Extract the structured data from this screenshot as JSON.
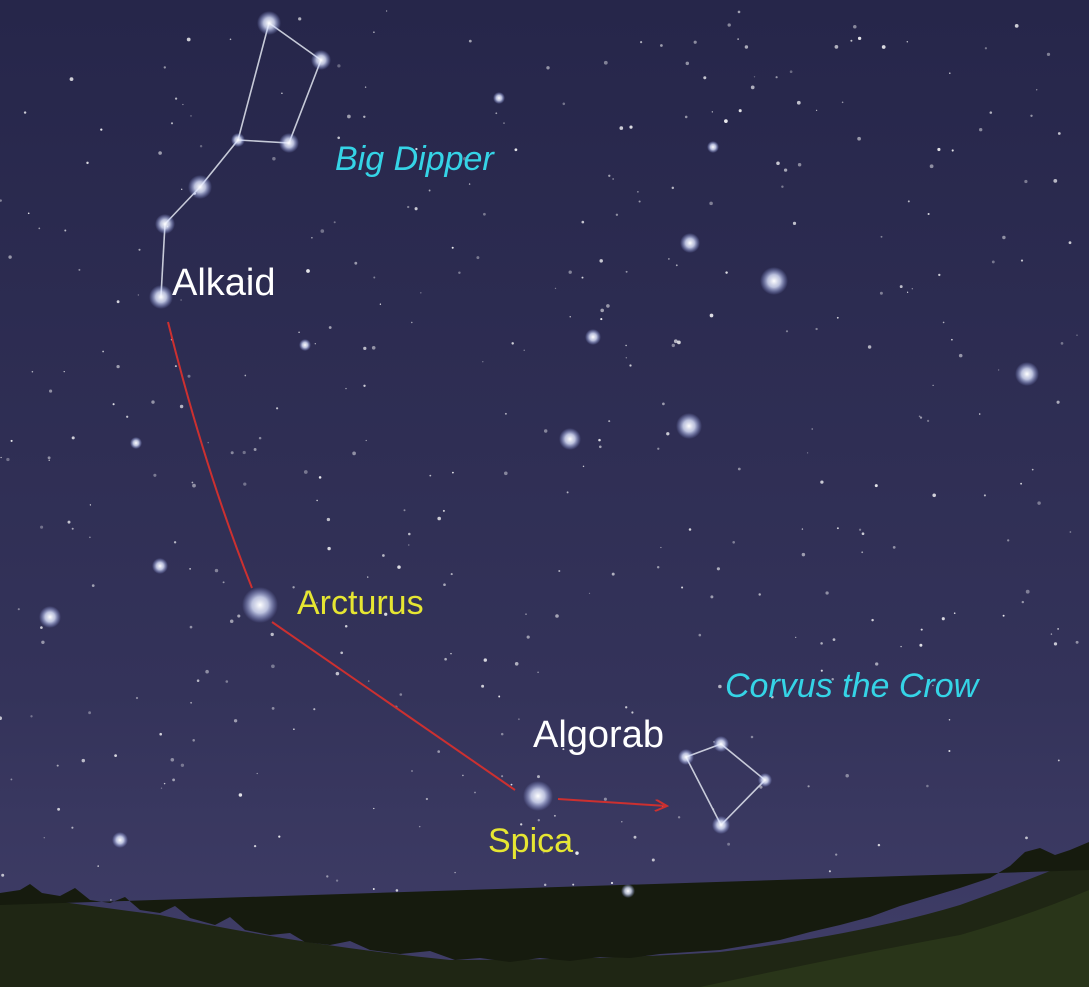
{
  "labels": {
    "big_dipper": "Big Dipper",
    "alkaid": "Alkaid",
    "arcturus": "Arcturus",
    "corvus": "Corvus the Crow",
    "algorab": "Algorab",
    "spica": "Spica"
  },
  "colors": {
    "frame": "#0a1e9a",
    "sky_top": "#26264a",
    "sky_bottom": "#3e3c66",
    "constellation_label": "#35d4e6",
    "bright_star_label": "#e6e632",
    "star_name_label": "#ffffff",
    "constellation_line": "#d8dce8",
    "pointer_line": "#cc3030",
    "ground": "#1e2412"
  }
}
